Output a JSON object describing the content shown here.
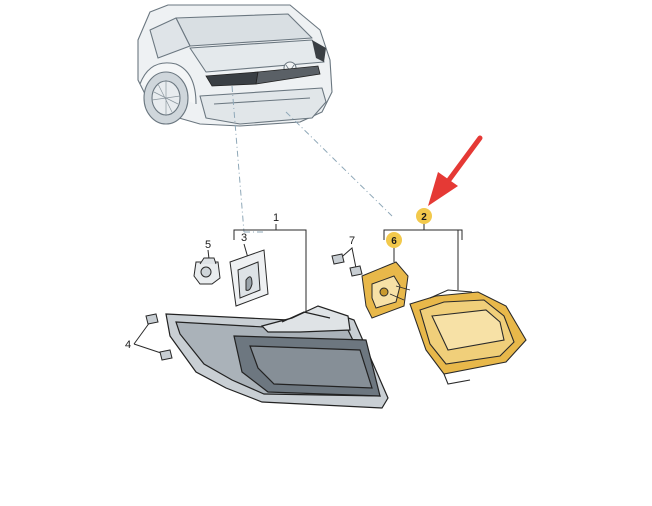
{
  "callouts": {
    "c1": "1",
    "c2": "2",
    "c3": "3",
    "c4": "4",
    "c5": "5",
    "c6": "6",
    "c7": "7"
  },
  "colors": {
    "highlight": "#f2c94c",
    "highlight_fill": "#e8b84a",
    "arrow": "#e53935",
    "line": "#2a2a2a",
    "leader": "#8fa8b8",
    "body": "#d8dde1"
  },
  "icons": [
    "vehicle-rear-view",
    "tail-light-outer",
    "tail-light-inner",
    "bulb-holder",
    "gasket",
    "nut"
  ]
}
